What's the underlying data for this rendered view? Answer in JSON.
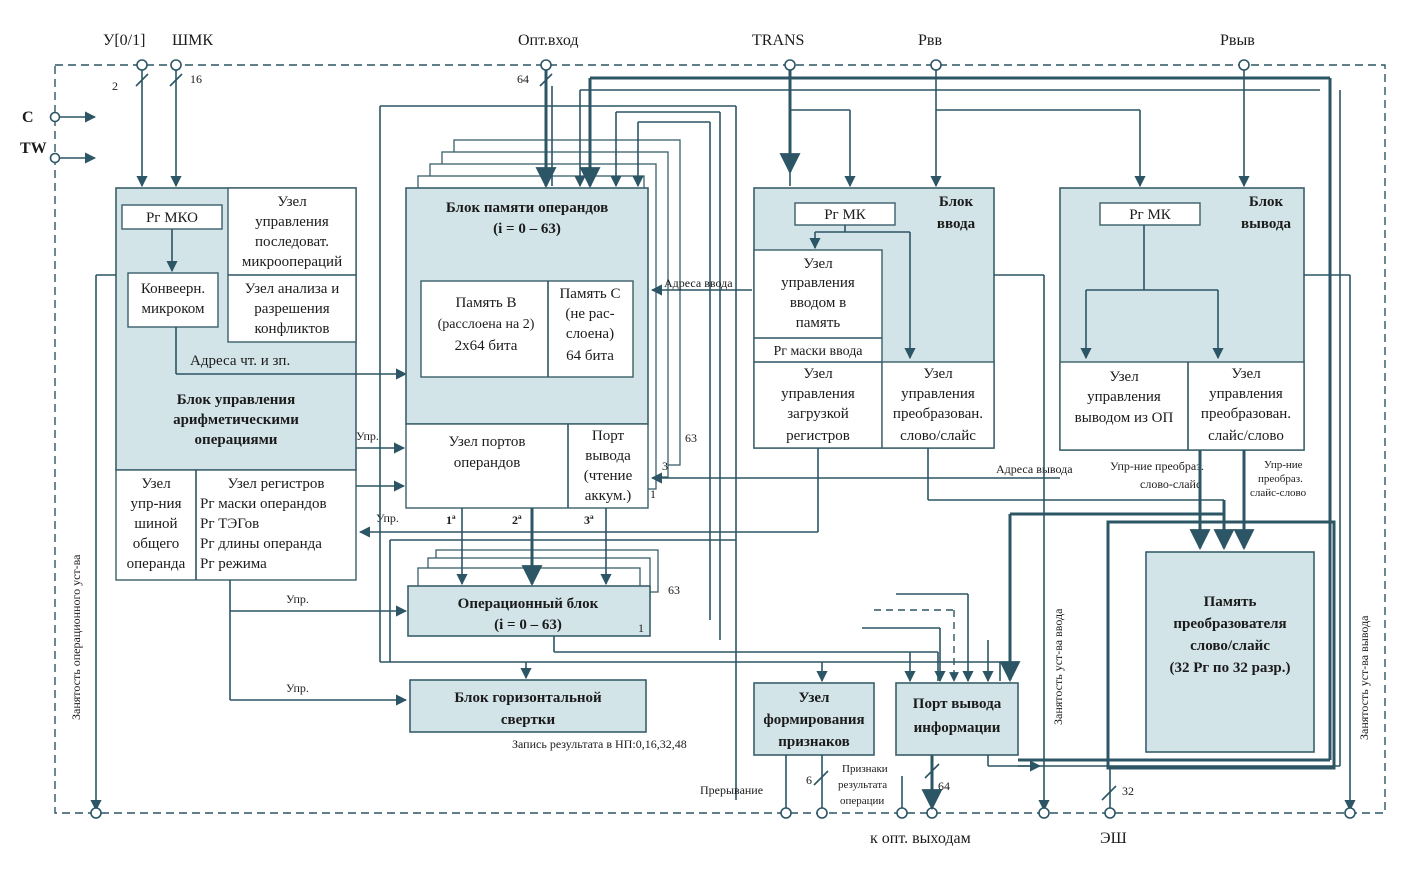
{
  "top_labels": {
    "u01": "У[0/1]",
    "shmk": "ШМК",
    "opt_in": "Опт.вход",
    "trans": "TRANS",
    "rvv": "Рвв",
    "rvyv": "Рвыв"
  },
  "bus_widths": {
    "w2": "2",
    "w16": "16",
    "w64_top": "64",
    "w64_bottom": "64",
    "w6": "6",
    "w32": "32"
  },
  "side_inputs": {
    "c": "C",
    "tw": "TW"
  },
  "mko_block": {
    "rg": "Рг МКО",
    "conveyor": [
      "Конвеерн.",
      "микроком"
    ],
    "seq_ctrl": [
      "Узел",
      "управления",
      "последоват.",
      "микроопераций"
    ],
    "conflict": [
      "Узел анализа и",
      "разрешения",
      "конфликтов"
    ],
    "addr_rw": "Адреса чт. и зп.",
    "title": [
      "Блок управления",
      "арифметическими",
      "операциями"
    ],
    "bus_ctrl": [
      "Узел",
      "упр-ния",
      "шиной",
      "общего",
      "операнда"
    ],
    "regs": [
      "Узел регистров",
      "Рг маски операндов",
      "Рг ТЭГов",
      "Рг длины операнда",
      "Рг режима"
    ]
  },
  "memory_block": {
    "title": [
      "Блок памяти операндов",
      "(i = 0 – 63)"
    ],
    "mem_b": [
      "Память В",
      "(расслоена на 2)",
      "2х64 бита"
    ],
    "mem_c": [
      "Память С",
      "(не рас-",
      "слоена)",
      "64 бита"
    ],
    "ports": [
      "Узел портов",
      "операндов"
    ],
    "out_port": [
      "Порт",
      "вывода",
      "(чтение",
      "аккум.)"
    ],
    "n63": "63",
    "n3": "3",
    "n1": "1"
  },
  "input_addr": "Адреса ввода",
  "input_block": {
    "rg": "Рг МК",
    "title": [
      "Блок",
      "ввода"
    ],
    "mem_ctrl": [
      "Узел",
      "управления",
      "вводом в",
      "память"
    ],
    "mask": "Рг маски ввода",
    "load_ctrl": [
      "Узел",
      "управления",
      "загрузкой",
      "регистров"
    ],
    "conv_ctrl": [
      "Узел",
      "управления",
      "преобразован.",
      "слово/слайс"
    ]
  },
  "output_block": {
    "rg": "Рг МК",
    "title": [
      "Блок",
      "вывода"
    ],
    "out_ctrl": [
      "Узел",
      "управления",
      "выводом из ОП"
    ],
    "conv_ctrl": [
      "Узел",
      "управления",
      "преобразован.",
      "слайс/слово"
    ]
  },
  "labels": {
    "upr": "Упр.",
    "p1": "1ª",
    "p2": "2ª",
    "p3": "3ª",
    "out_addr": "Адреса вывода",
    "conv1": [
      "Упр-ние преобраз.",
      "слово-слайс"
    ],
    "conv2": [
      "Упр-ние",
      "преобраз.",
      "слайс-слово"
    ],
    "busy_op": "Занятость операционного уст-ва",
    "busy_in": "Занятость уст-ва ввода",
    "busy_out": "Занятость уст-ва вывода",
    "interrupt": "Прерывание",
    "flags_res": [
      "Признаки",
      "результата",
      "операции"
    ],
    "to_opt_out": "к опт. выходам",
    "esh": "ЭШ"
  },
  "op_block": {
    "title": [
      "Операционный блок",
      "(i = 0 – 63)"
    ],
    "n63": "63",
    "n1": "1"
  },
  "hscan": {
    "title": [
      "Блок горизонтальной",
      "свертки"
    ],
    "note": "Запись результата в НП:0,16,32,48"
  },
  "flags_node": [
    "Узел",
    "формирования",
    "признаков"
  ],
  "info_port": [
    "Порт вывода",
    "информации"
  ],
  "conv_mem": [
    "Память",
    "преобразователя",
    "слово/слайс",
    "(32 Рг по 32 разр.)"
  ]
}
